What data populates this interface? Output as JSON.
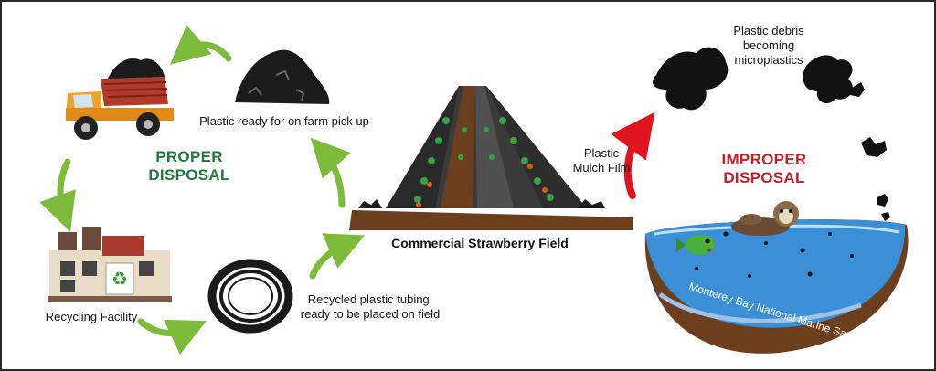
{
  "headings": {
    "proper_line1": "PROPER",
    "proper_line2": "DISPOSAL",
    "improper_line1": "IMPROPER",
    "improper_line2": "DISPOSAL"
  },
  "labels": {
    "plastic_ready": "Plastic ready for on farm pick up",
    "recycling_facility": "Recycling Facility",
    "tubing_line1": "Recycled plastic tubing,",
    "tubing_line2": "ready to be placed on field",
    "field": "Commercial Strawberry Field",
    "mulch_line1": "Plastic",
    "mulch_line2": "Mulch Film",
    "debris_line1": "Plastic debris",
    "debris_line2": "becoming",
    "debris_line3": "microplastics",
    "sanctuary": "Monterey Bay National Marine Sanctuary"
  },
  "colors": {
    "proper_green": "#1f7a3a",
    "improper_red": "#c3202a",
    "arrow_green": "#7dbb3a",
    "arrow_red": "#e0141e",
    "soil": "#6b3f1e",
    "water": "#3a8fd6"
  },
  "icons": [
    "dump-truck-icon",
    "plastic-pile-icon",
    "recycling-facility-icon",
    "tubing-coil-icon",
    "strawberry-field-icon",
    "sea-otter-icon",
    "fish-icon",
    "plastic-debris-icon"
  ]
}
